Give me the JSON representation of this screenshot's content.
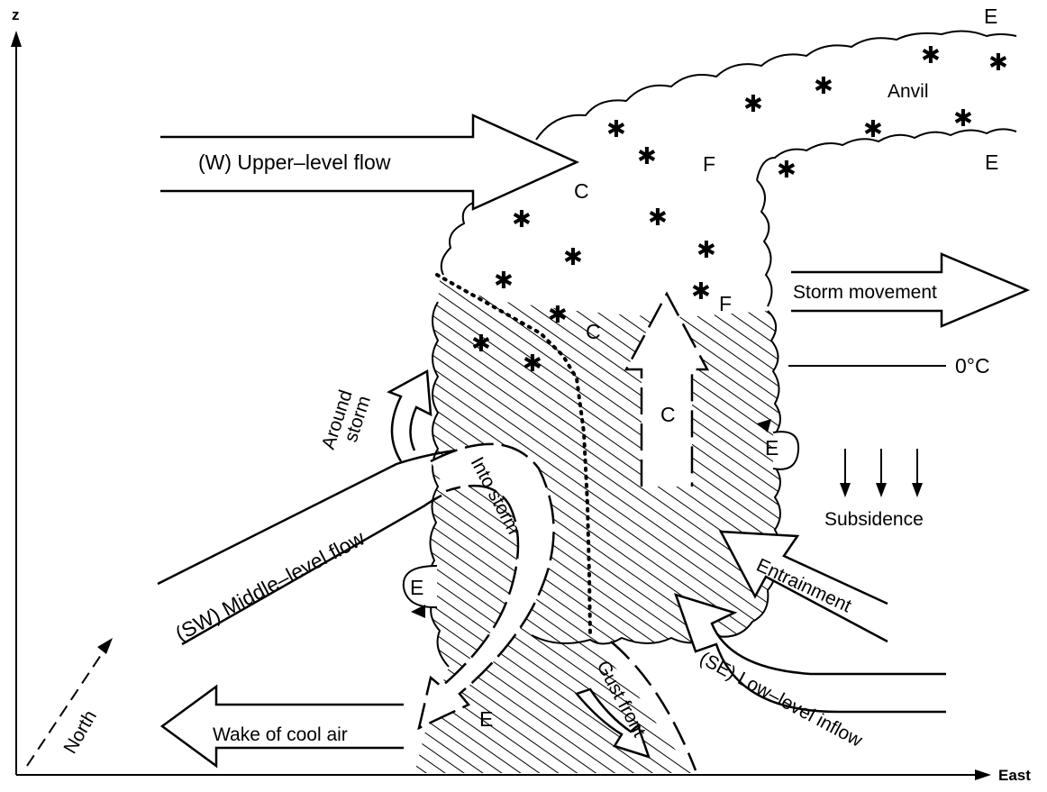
{
  "axes": {
    "vertical": "z",
    "horizontal": "East",
    "diagonal": "North"
  },
  "flows": {
    "upper": "(W) Upper–level flow",
    "middle": "(SW) Middle–level flow",
    "low": "(SE) Low–level inflow",
    "storm_movement": "Storm movement",
    "wake": "Wake of cool air",
    "entrainment": "Entrainment",
    "around_storm_1": "Around",
    "around_storm_2": "storm",
    "into_storm": "Into storm",
    "gust_front": "Gust front",
    "subsidence": "Subsidence",
    "freezing_level": "0°C",
    "anvil": "Anvil"
  },
  "cloud_labels": {
    "E": "E",
    "C": "C",
    "F": "F"
  },
  "ice_symbol": "✱"
}
